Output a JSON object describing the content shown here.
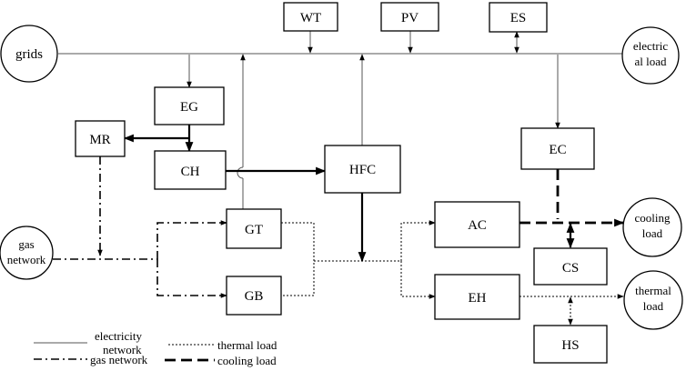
{
  "nodes": {
    "WT": "WT",
    "PV": "PV",
    "ES": "ES",
    "grids": "grids",
    "electric_load": [
      "electric",
      "al load"
    ],
    "EG": "EG",
    "MR": "MR",
    "CH": "CH",
    "HFC": "HFC",
    "EC": "EC",
    "GT": "GT",
    "GB": "GB",
    "AC": "AC",
    "EH": "EH",
    "CS": "CS",
    "HS": "HS",
    "gas_network": [
      "gas",
      "network"
    ],
    "cooling_load": [
      "cooling",
      "load"
    ],
    "thermal_load": [
      "thermal",
      "load"
    ]
  },
  "legend": {
    "electricity": [
      "electricity",
      "network"
    ],
    "gas": "gas network",
    "thermal": "thermal load",
    "cooling": "cooling load"
  }
}
